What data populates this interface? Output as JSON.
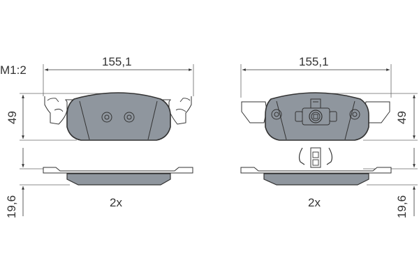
{
  "scale": "M1:2",
  "left_pad": {
    "width_dim": "155,1",
    "height_dim": "49",
    "thickness_dim": "19,6",
    "quantity": "2x"
  },
  "right_pad": {
    "width_dim": "155,1",
    "height_dim": "49",
    "thickness_dim": "19,6",
    "quantity": "2x",
    "has_wear_sensor_clip": true
  },
  "colors": {
    "friction": "#8f969e",
    "line": "#333333",
    "dim_line": "#666666"
  }
}
